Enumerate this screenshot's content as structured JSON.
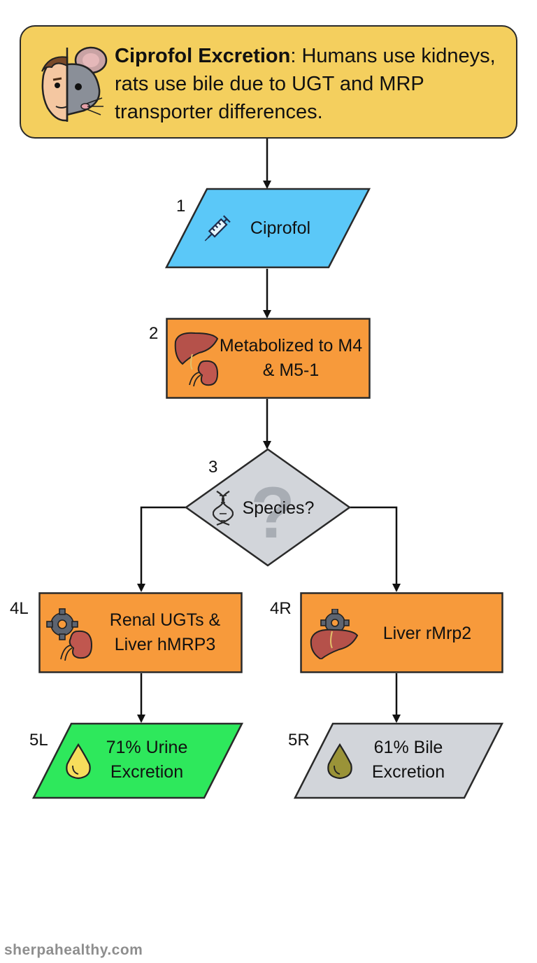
{
  "header": {
    "title_bold": "Ciprofol Excretion",
    "title_rest": ": Humans use kidneys, rats use bile due to UGT and MRP transporter differences.",
    "icon": "human-rat-face-icon"
  },
  "nodes": {
    "n1": {
      "step": "1",
      "label": "Ciprofol",
      "icon": "syringe-icon",
      "fill": "#5bc8f8"
    },
    "n2": {
      "step": "2",
      "label": "Metabolized to M4 & M5-1",
      "icon": "liver-kidney-icon",
      "fill": "#f79a3b"
    },
    "n3": {
      "step": "3",
      "label": "Species?",
      "icon": "dna-icon",
      "fill": "#d2d5da"
    },
    "n4l": {
      "step": "4L",
      "label": "Renal UGTs & Liver hMRP3",
      "icon": "gear-kidney-icon",
      "fill": "#f79a3b"
    },
    "n4r": {
      "step": "4R",
      "label": "Liver rMrp2",
      "icon": "gear-liver-icon",
      "fill": "#f79a3b"
    },
    "n5l": {
      "step": "5L",
      "label": "71% Urine Excretion",
      "icon": "urine-drop-icon",
      "fill": "#2ee85c"
    },
    "n5r": {
      "step": "5R",
      "label": "61% Bile Excretion",
      "icon": "bile-drop-icon",
      "fill": "#d2d5da"
    }
  },
  "colors": {
    "outline": "#2a2a2a",
    "arrow": "#111111",
    "liver": "#b5514a",
    "kidney": "#c0574f",
    "gear": "#5d6470"
  },
  "footer": {
    "watermark": "sherpahealthy.com"
  }
}
